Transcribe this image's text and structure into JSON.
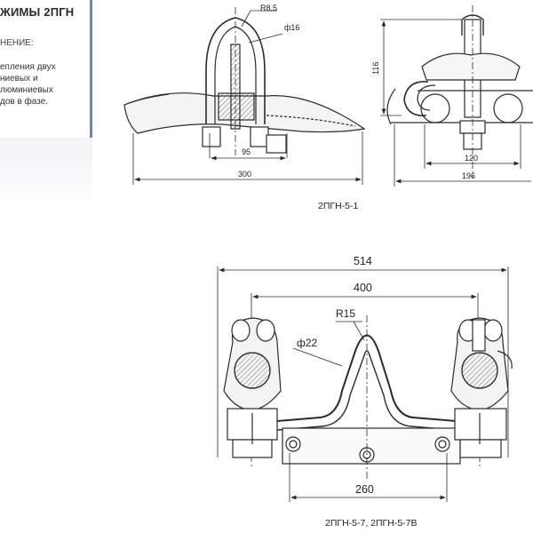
{
  "sidebar": {
    "title": "ЖИМЫ 2ПГН",
    "subtitle": "НЕНИЕ:",
    "lines": [
      "епления двух",
      "ниевых и",
      "люминиевых",
      "дов в фазе."
    ]
  },
  "drawing_top": {
    "caption": "2ПГН-5-1",
    "dims": {
      "r85": "R8,5",
      "phi16": "ф16",
      "d116": "116",
      "d95": "95",
      "d300": "300",
      "d120": "120",
      "d196": "196"
    }
  },
  "drawing_bottom": {
    "caption": "2ПГН-5-7, 2ПГН-5-7В",
    "dims": {
      "d514": "514",
      "d400": "400",
      "r15": "R15",
      "phi22": "ф22",
      "d260": "260"
    }
  },
  "colors": {
    "accent_bar": "#6f86b3",
    "line": "#2b2b2b"
  }
}
